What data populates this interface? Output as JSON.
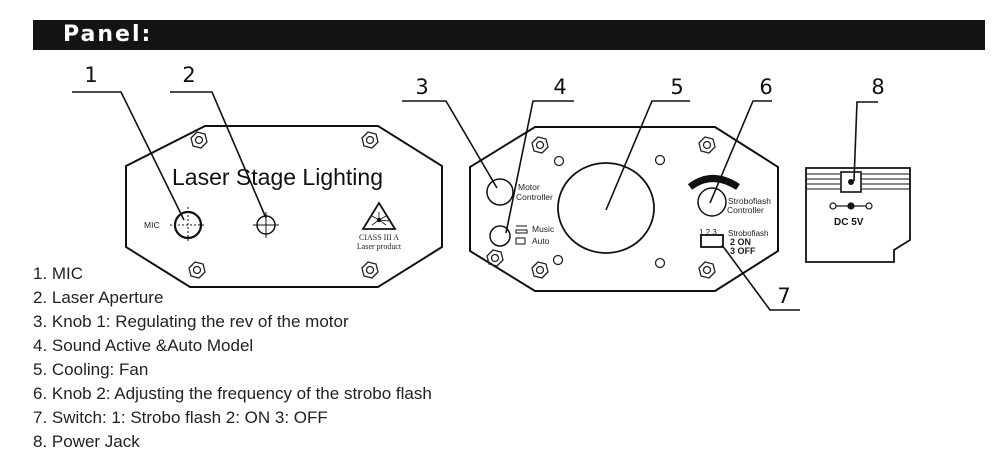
{
  "header": {
    "title": "Panel:"
  },
  "front_panel": {
    "title": "Laser Stage Lighting",
    "mic_label": "MIC",
    "class_label_line1": "CIASS III A",
    "class_label_line2": "Laser product"
  },
  "back_panel": {
    "motor_label_line1": "Motor",
    "motor_label_line2": "Controller",
    "music_label": "Music",
    "auto_label": "Auto",
    "strobo_label_line1": "Strobofiash",
    "strobo_label_line2": "Controller",
    "switch_positions": "1  2  3",
    "switch_title": "Strobofiash",
    "switch_on": "2  ON",
    "switch_off": "3  OFF"
  },
  "power_panel": {
    "jack_label": "DC   5V"
  },
  "callouts": [
    "1",
    "2",
    "3",
    "4",
    "5",
    "6",
    "7",
    "8"
  ],
  "legend": [
    "1. MIC",
    "2. Laser Aperture",
    "3. Knob 1: Regulating the rev of the motor",
    "4. Sound Active &Auto Model",
    "5. Cooling: Fan",
    "6. Knob 2: Adjusting the frequency of the strobo flash",
    "7. Switch: 1: Strobo flash 2: ON 3: OFF",
    "8. Power Jack"
  ]
}
